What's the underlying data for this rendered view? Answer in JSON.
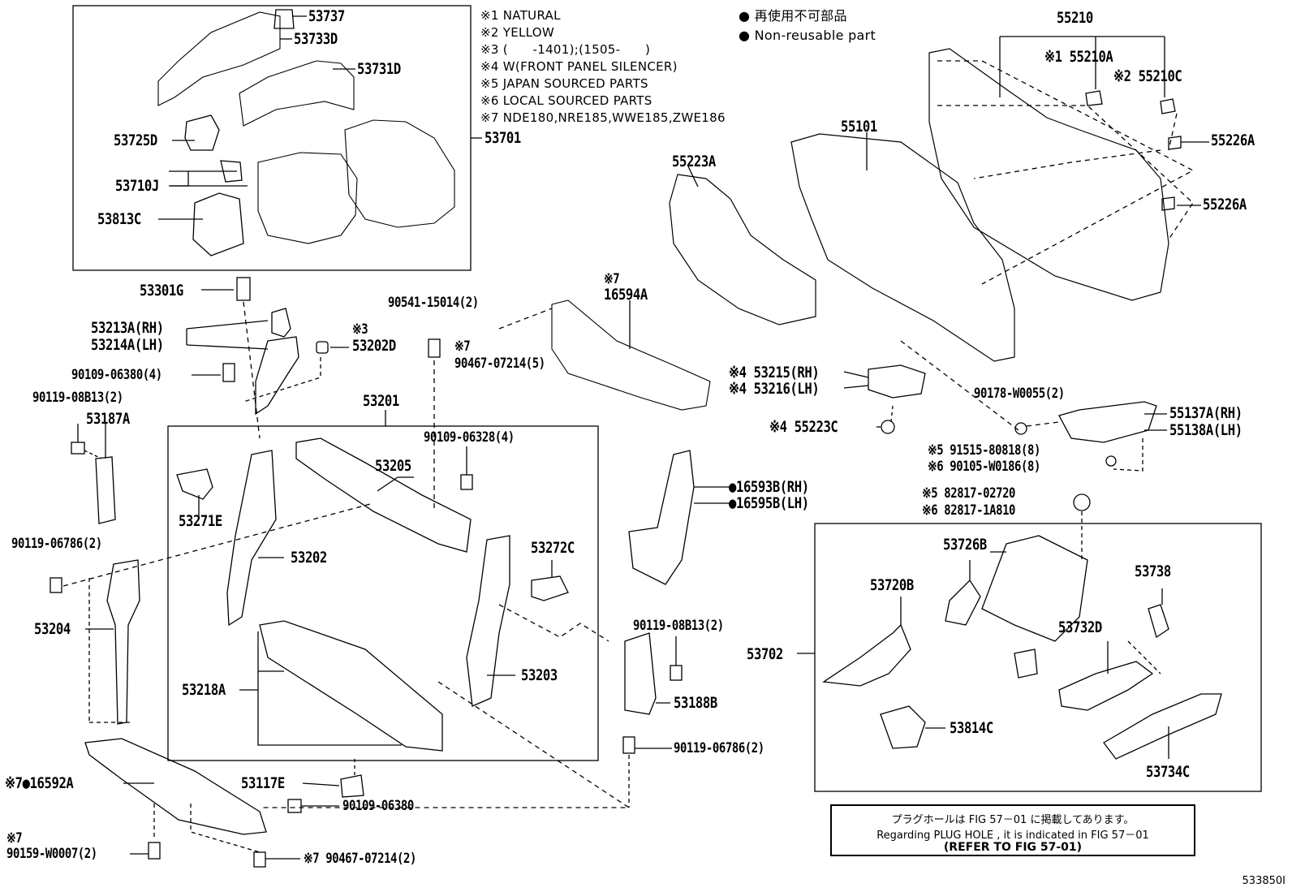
{
  "legend": {
    "notes": [
      "※1 NATURAL",
      "※2 YELLOW",
      "※3 (　　-1401);(1505-　　)",
      "※4 W(FRONT PANEL SILENCER)",
      "※5 JAPAN SOURCED PARTS",
      "※6 LOCAL SOURCED PARTS",
      "※7 NDE180,NRE185,WWE185,ZWE186"
    ],
    "nonreusable_jp": "● 再使用不可部品",
    "nonreusable_en": "● Non-reusable part"
  },
  "parts": {
    "p53737": "53737",
    "p53733D": "53733D",
    "p53731D": "53731D",
    "p53725D": "53725D",
    "p53701": "53701",
    "p53710J": "53710J",
    "p53813C": "53813C",
    "p55210": "55210",
    "p55210A": "※1 55210A",
    "p55210C": "※2 55210C",
    "p55226A_1": "55226A",
    "p55226A_2": "55226A",
    "p55101": "55101",
    "p55223A": "55223A",
    "p53301G": "53301G",
    "p53213A": "53213A(RH)",
    "p53214A": "53214A(LH)",
    "p53202D_note": "※3",
    "p53202D": "53202D",
    "p90541": "90541-15014(2)",
    "p16594A_note": "※7",
    "p16594A": "16594A",
    "p90467a_note": "※7",
    "p90467a": "90467-07214(5)",
    "p90109_06380_4": "90109-06380(4)",
    "p90119_08B13_a": "90119-08B13(2)",
    "p53187A": "53187A",
    "p53201": "53201",
    "p90109_06328": "90109-06328(4)",
    "p53205": "53205",
    "p53271E": "53271E",
    "p53215": "※4 53215(RH)",
    "p53216": "※4 53216(LH)",
    "p55223C": "※4 55223C",
    "p90178": "90178-W0055(2)",
    "p55137A": "55137A(RH)",
    "p55138A": "55138A(LH)",
    "p91515": "※5 91515-80818(8)",
    "p90105": "※6 90105-W0186(8)",
    "p16593B": "●16593B(RH)",
    "p16595B": "●16595B(LH)",
    "p82817_a": "※5 82817-02720",
    "p82817_b": "※6 82817-1A810",
    "p90119_06786_a": "90119-06786(2)",
    "p53202": "53202",
    "p53272C": "53272C",
    "p53204": "53204",
    "p53203": "53203",
    "p90119_08B13_b": "90119-08B13(2)",
    "p53188B": "53188B",
    "p53218A": "53218A",
    "p53726B": "53726B",
    "p53720B": "53720B",
    "p53738": "53738",
    "p53702": "53702",
    "p53732D": "53732D",
    "p53814C": "53814C",
    "p53734C": "53734C",
    "p16592A": "※7●16592A",
    "p53117E": "53117E",
    "p90109_06380": "90109-06380",
    "p90119_06786_b": "90119-06786(2)",
    "p90159_note": "※7",
    "p90159": "90159-W0007(2)",
    "p90467b": "※7 90467-07214(2)"
  },
  "reference": {
    "jp": "プラグホールは FIG 57－01 に掲載してあります。",
    "en": "Regarding  PLUG  HOLE , it is indicated in  FIG  57－01",
    "fig": "(REFER TO FIG 57-01)"
  },
  "diagram_id": "533850I"
}
